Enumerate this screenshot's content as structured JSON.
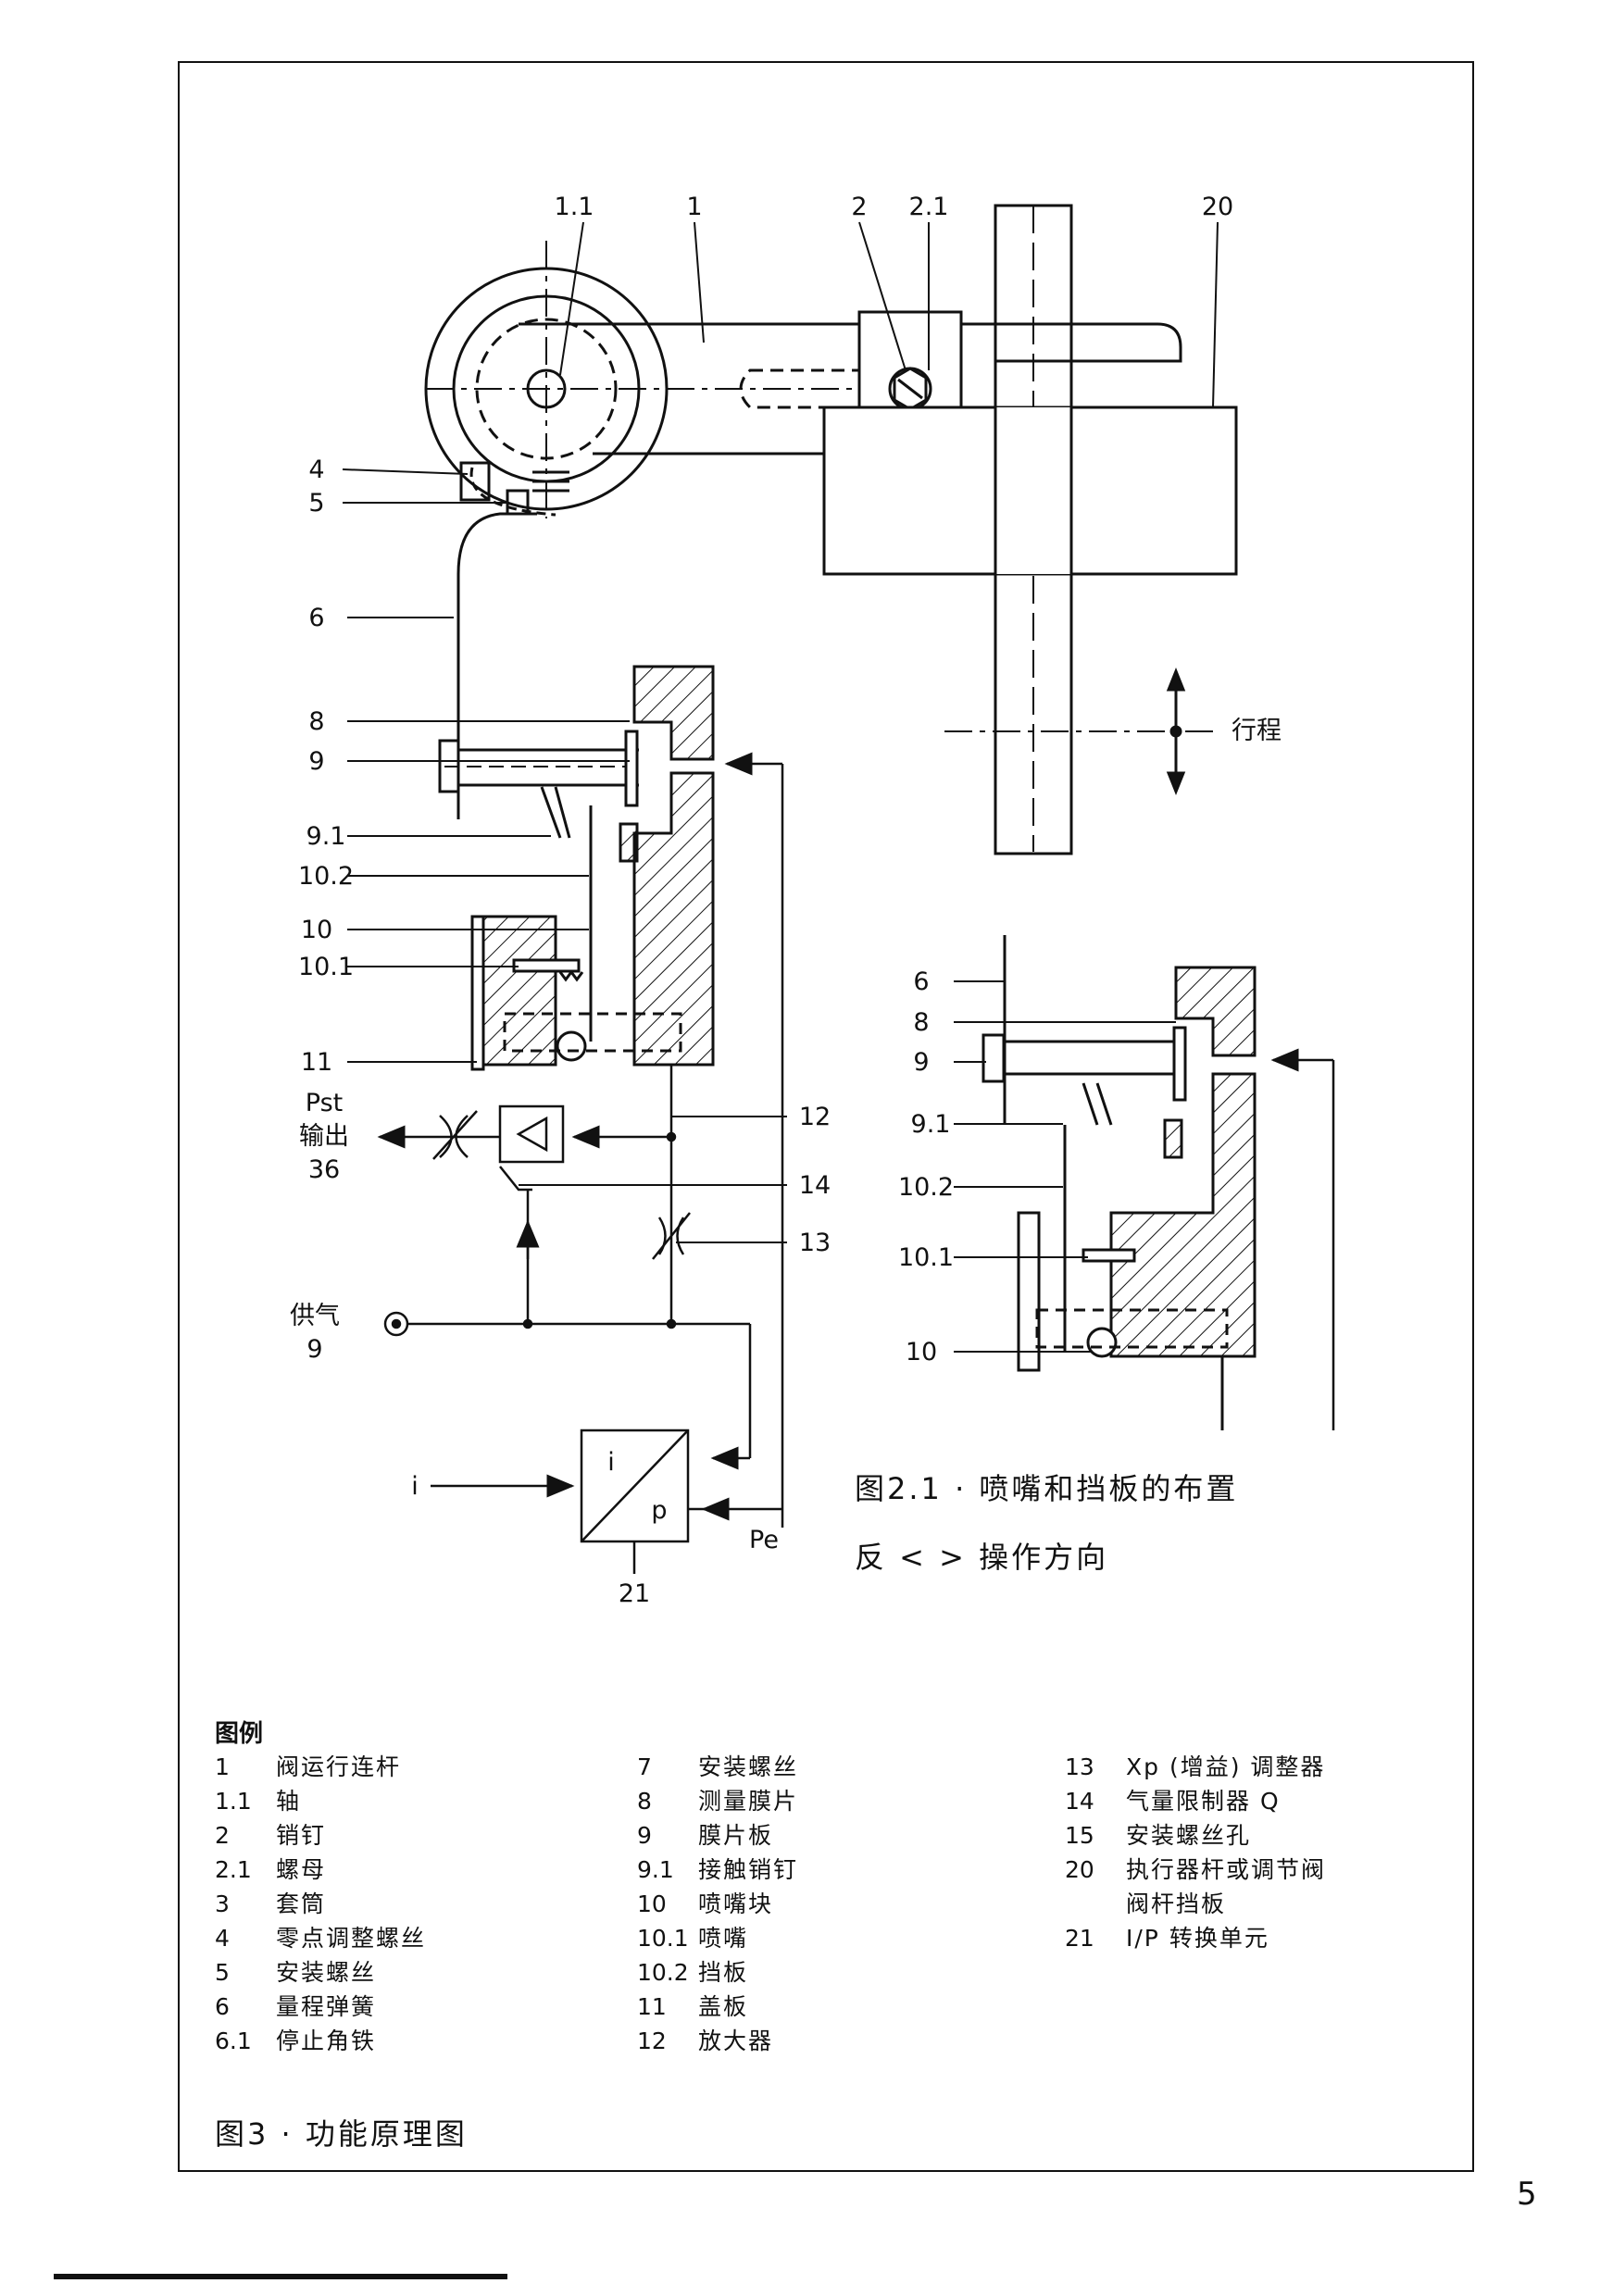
{
  "diagram": {
    "callouts": [
      "1.1",
      "1",
      "2",
      "2.1",
      "20",
      "4",
      "5",
      "6",
      "8",
      "9",
      "9.1",
      "10.2",
      "10",
      "10.1",
      "11",
      "12",
      "14",
      "13",
      "21"
    ],
    "inset_callouts": [
      "6",
      "8",
      "9",
      "9.1",
      "10.2",
      "10.1",
      "10"
    ],
    "stroke_label": "行程",
    "pst_label": "Pst",
    "output_label": "输出",
    "output_number": "36",
    "supply_label": "供气",
    "supply_number": "9",
    "input_label": "i",
    "ip_i": "i",
    "ip_p": "p",
    "pe_label": "Pe"
  },
  "captions": {
    "fig21_line1": "图2.1 · 喷嘴和挡板的布置",
    "fig21_line2": "反 < > 操作方向",
    "fig3": "图3 · 功能原理图"
  },
  "legend": {
    "title": "图例",
    "col1": [
      {
        "num": "1",
        "label": "阀运行连杆"
      },
      {
        "num": "1.1",
        "label": "轴"
      },
      {
        "num": "2",
        "label": "销钉"
      },
      {
        "num": "2.1",
        "label": "螺母"
      },
      {
        "num": "3",
        "label": "套筒"
      },
      {
        "num": "4",
        "label": "零点调整螺丝"
      },
      {
        "num": "5",
        "label": "安装螺丝"
      },
      {
        "num": "6",
        "label": "量程弹簧"
      },
      {
        "num": "6.1",
        "label": "停止角铁"
      }
    ],
    "col2": [
      {
        "num": "7",
        "label": "安装螺丝"
      },
      {
        "num": "8",
        "label": "测量膜片"
      },
      {
        "num": "9",
        "label": "膜片板"
      },
      {
        "num": "9.1",
        "label": "接触销钉"
      },
      {
        "num": "10",
        "label": "喷嘴块"
      },
      {
        "num": "10.1",
        "label": "喷嘴"
      },
      {
        "num": "10.2",
        "label": "挡板"
      },
      {
        "num": "11",
        "label": "盖板"
      },
      {
        "num": "12",
        "label": "放大器"
      }
    ],
    "col3": [
      {
        "num": "13",
        "label": "Xp (增益) 调整器"
      },
      {
        "num": "14",
        "label": "气量限制器 Q"
      },
      {
        "num": "15",
        "label": "安装螺丝孔"
      },
      {
        "num": "20",
        "label": "执行器杆或调节阀"
      },
      {
        "num": "",
        "label": "阀杆挡板"
      },
      {
        "num": "21",
        "label": "I/P 转换单元"
      }
    ]
  },
  "page_number": "5"
}
